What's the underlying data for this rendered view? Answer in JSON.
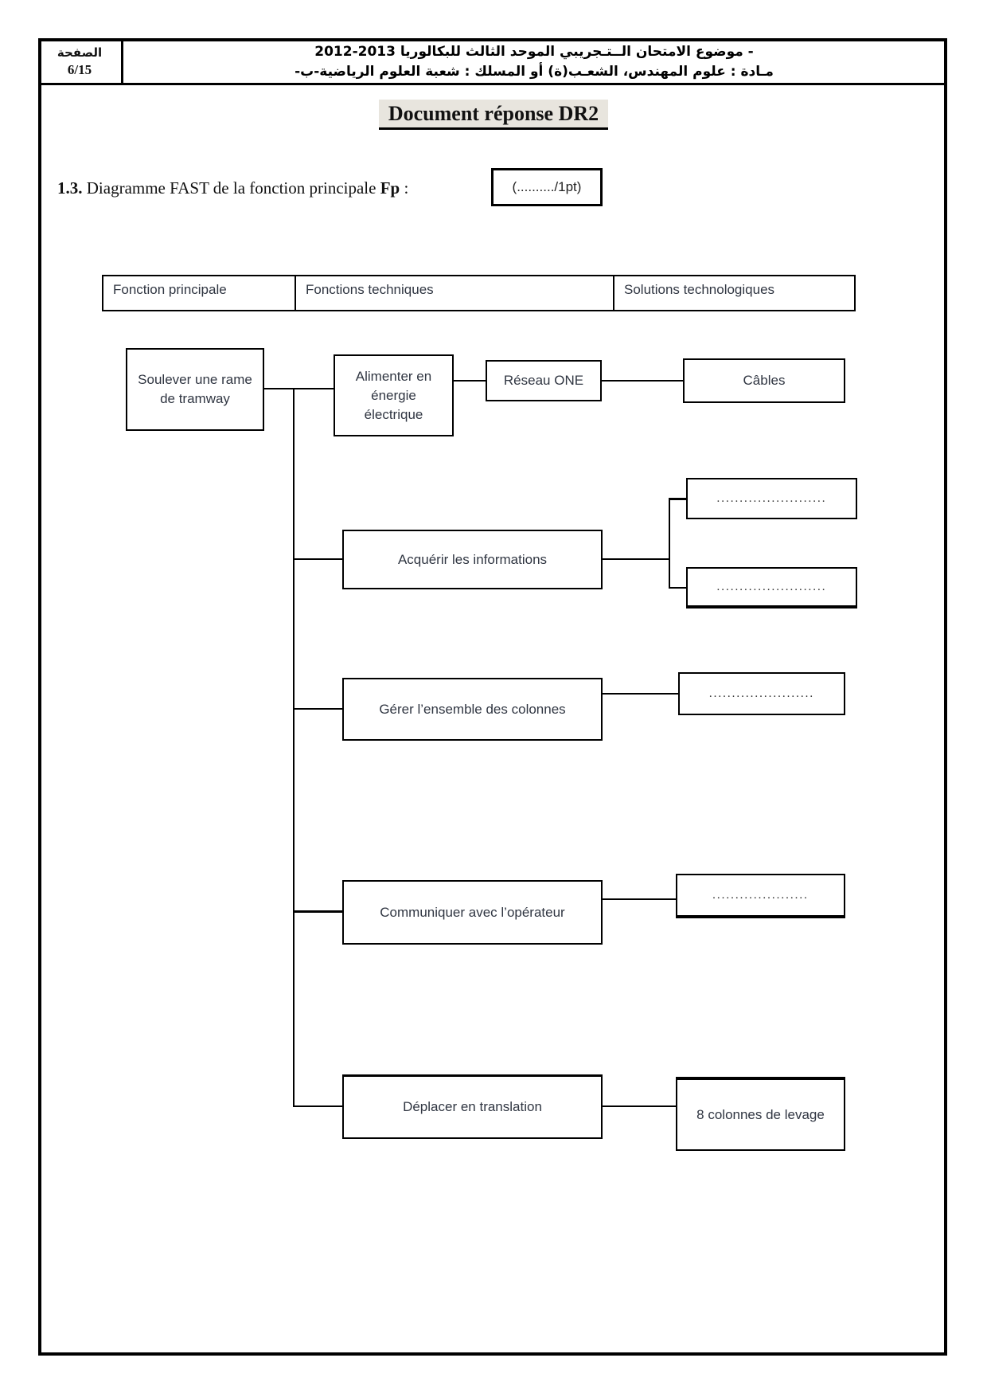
{
  "header": {
    "page_label": "الصفحة",
    "page_number": "6/15",
    "title_line1": "- موضوع الامتحان الــتـجريبي الموحد الثالث للبكالوريا 2013-2012",
    "title_line2": "مـادة : علوم المهندس، الشعـب(ة) أو المسلك : شعبة العلوم الرياضية-ب-"
  },
  "document": {
    "title": "Document réponse DR2",
    "question_number": "1.3.",
    "question_text": " Diagramme FAST de la fonction principale ",
    "question_fp": "Fp",
    "question_colon": " :",
    "points_box": "(........../1pt)"
  },
  "table": {
    "col1": "Fonction principale",
    "col2": "Fonctions techniques",
    "col3": "Solutions technologiques"
  },
  "fast": {
    "main_function": "Soulever une rame de tramway",
    "rows": [
      {
        "function": "Alimenter en énergie électrique",
        "sol1": "Réseau ONE",
        "sol2": "Câbles"
      },
      {
        "function": "Acquérir les informations",
        "sol1": "........................",
        "sol2": "........................"
      },
      {
        "function": "Gérer l’ensemble des colonnes",
        "sol1": "......................."
      },
      {
        "function": "Communiquer avec l’opérateur",
        "sol1": "....................."
      },
      {
        "function": "Déplacer en translation",
        "sol1": "8 colonnes de levage"
      }
    ]
  }
}
